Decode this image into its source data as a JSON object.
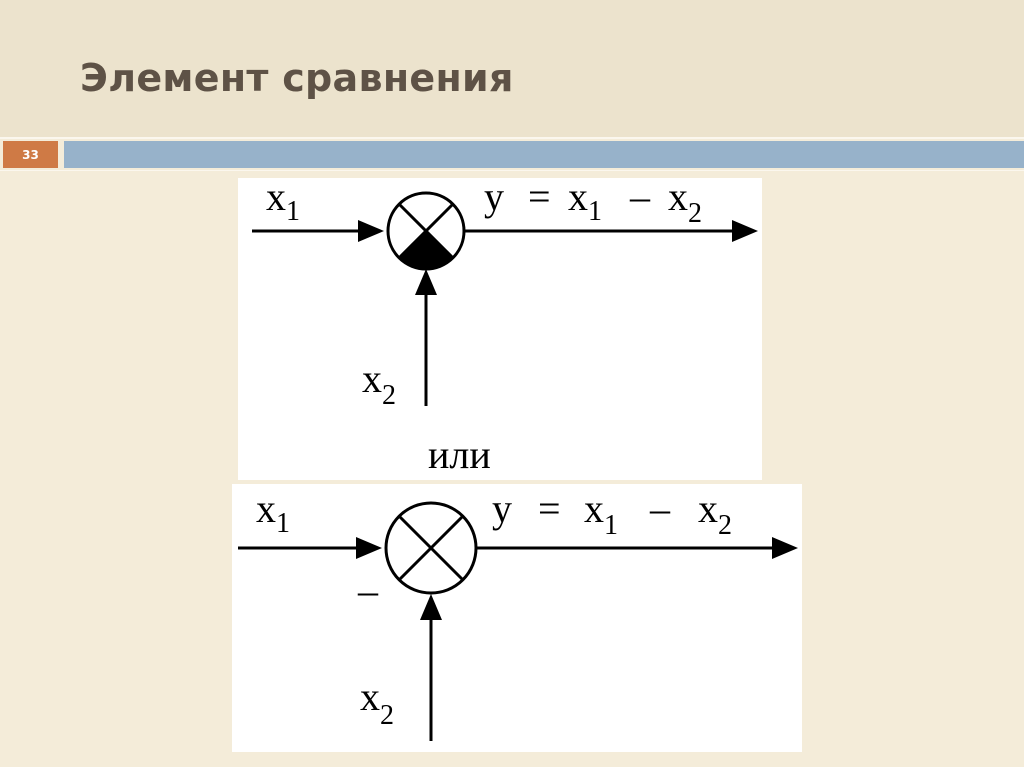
{
  "slide": {
    "title": "Элемент сравнения",
    "number": "33"
  },
  "diagram_top": {
    "input1": {
      "var": "x",
      "sub": "1"
    },
    "input2": {
      "var": "x",
      "sub": "2"
    },
    "output": {
      "lhs": "y",
      "eq": "=",
      "a": "x",
      "a_sub": "1",
      "op": "–",
      "b": "x",
      "b_sub": "2"
    }
  },
  "separator": "или",
  "diagram_bottom": {
    "input1": {
      "var": "x",
      "sub": "1"
    },
    "input2": {
      "var": "x",
      "sub": "2"
    },
    "minus_sign": "–",
    "output": {
      "lhs": "y",
      "eq": "=",
      "a": "x",
      "a_sub": "1",
      "op": "–",
      "b": "x",
      "b_sub": "2"
    }
  }
}
